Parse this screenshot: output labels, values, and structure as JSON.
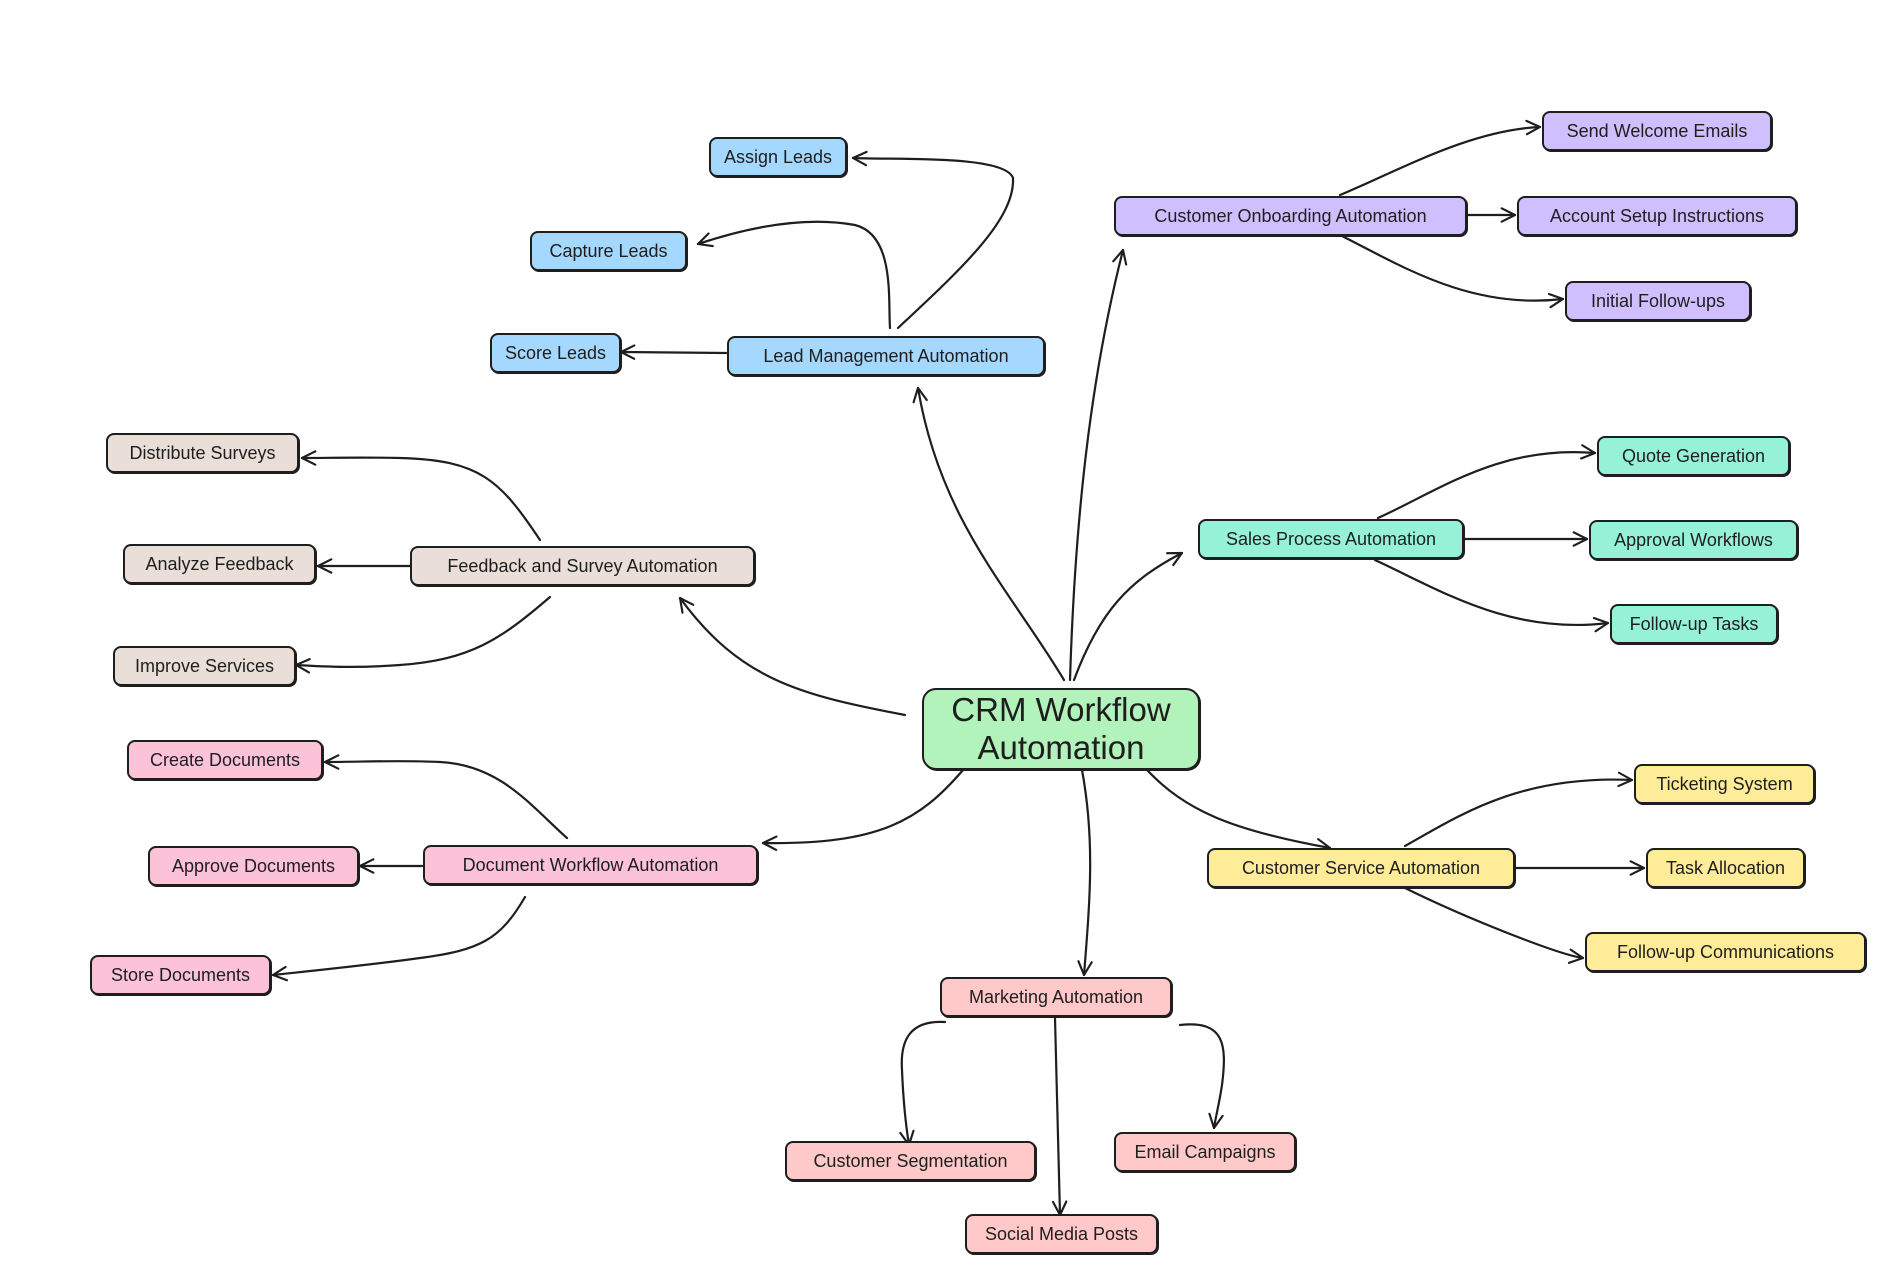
{
  "colors": {
    "center": "#b2f2bb",
    "lead": "#a5d8ff",
    "onboarding": "#d0bfff",
    "sales": "#96f2d7",
    "service": "#ffec99",
    "marketing": "#ffc9c9",
    "document": "#fcc2d7",
    "feedback": "#e9dfd8",
    "stroke": "#1e1e1e"
  },
  "center": {
    "line1": "CRM Workflow",
    "line2": "Automation"
  },
  "lead": {
    "label": "Lead Management Automation",
    "children": [
      "Assign Leads",
      "Capture Leads",
      "Score Leads"
    ]
  },
  "onboarding": {
    "label": "Customer Onboarding Automation",
    "children": [
      "Send Welcome Emails",
      "Account Setup Instructions",
      "Initial Follow-ups"
    ]
  },
  "sales": {
    "label": "Sales Process Automation",
    "children": [
      "Quote Generation",
      "Approval Workflows",
      "Follow-up Tasks"
    ]
  },
  "service": {
    "label": "Customer Service Automation",
    "children": [
      "Ticketing System",
      "Task Allocation",
      "Follow-up Communications"
    ]
  },
  "marketing": {
    "label": "Marketing Automation",
    "children": [
      "Customer Segmentation",
      "Social Media Posts",
      "Email Campaigns"
    ]
  },
  "document": {
    "label": "Document Workflow Automation",
    "children": [
      "Create Documents",
      "Approve Documents",
      "Store Documents"
    ]
  },
  "feedback": {
    "label": "Feedback and Survey Automation",
    "children": [
      "Distribute Surveys",
      "Analyze Feedback",
      "Improve Services"
    ]
  }
}
